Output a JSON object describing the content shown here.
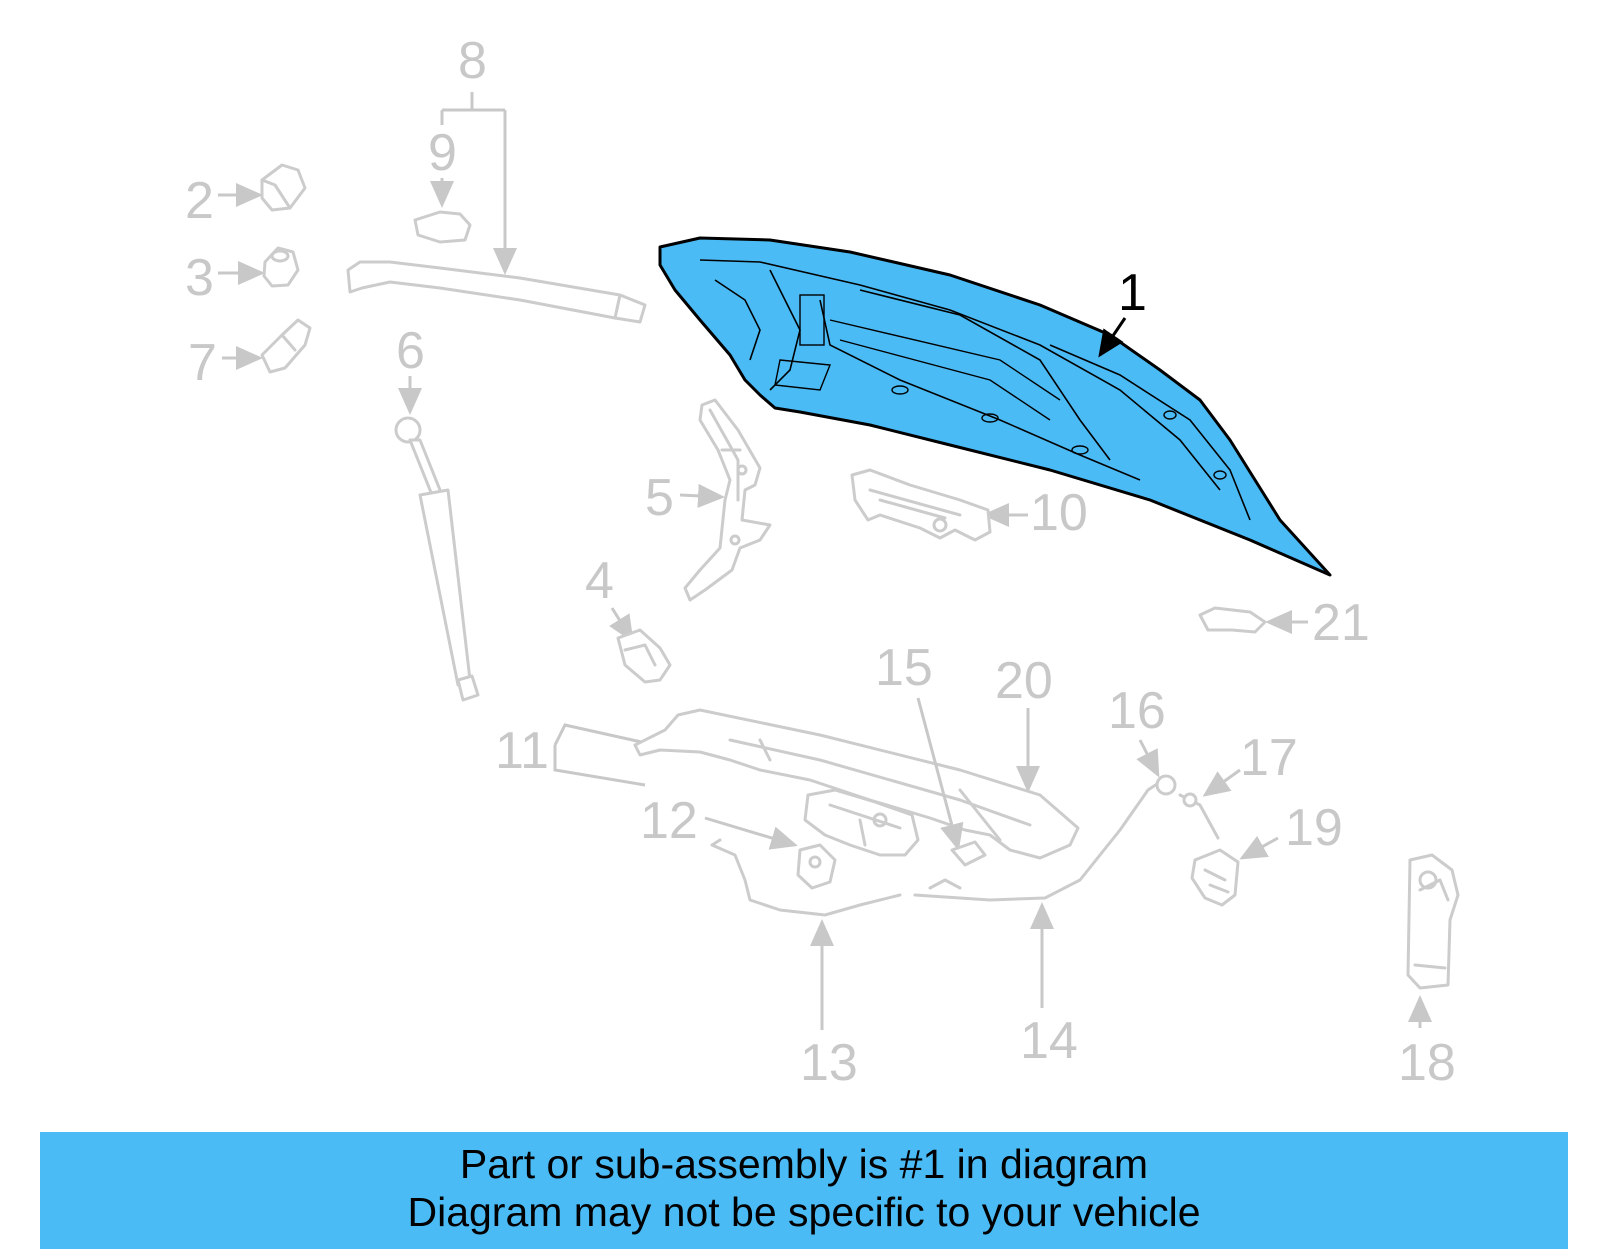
{
  "diagram": {
    "highlight_color": "#4bbbf5",
    "highlighted_part": "1",
    "callouts": {
      "c1": "1",
      "c2": "2",
      "c3": "3",
      "c4": "4",
      "c5": "5",
      "c6": "6",
      "c7": "7",
      "c8": "8",
      "c9": "9",
      "c10": "10",
      "c11": "11",
      "c12": "12",
      "c13": "13",
      "c14": "14",
      "c15": "15",
      "c16": "16",
      "c17": "17",
      "c18": "18",
      "c19": "19",
      "c20": "20",
      "c21": "21"
    }
  },
  "banner": {
    "line1": "Part or sub-assembly is #1 in diagram",
    "line2": "Diagram may not be specific to your vehicle",
    "background": "#4bbbf5"
  }
}
